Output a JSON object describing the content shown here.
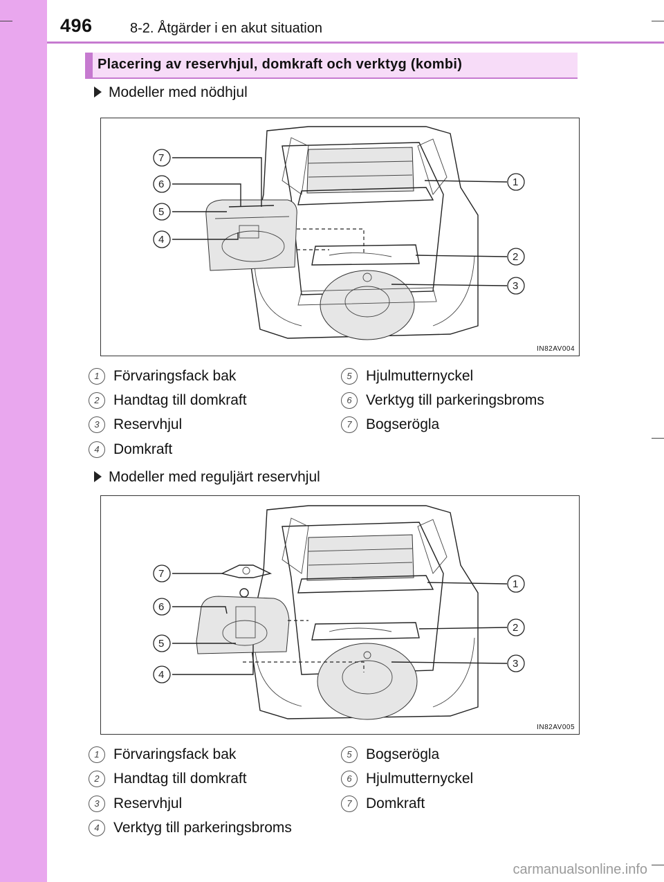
{
  "page": {
    "number": "496",
    "section": "8-2. Åtgärder i en akut situation"
  },
  "title": "Placering av reservhjul, domkraft och verktyg (kombi)",
  "figures": [
    {
      "heading": "Modeller med nödhjul",
      "code": "IN82AV004",
      "callouts": [
        "1",
        "2",
        "3",
        "4",
        "5",
        "6",
        "7"
      ],
      "legend": [
        {
          "num": "1",
          "label": "Förvaringsfack bak"
        },
        {
          "num": "2",
          "label": "Handtag till domkraft"
        },
        {
          "num": "3",
          "label": "Reservhjul"
        },
        {
          "num": "4",
          "label": "Domkraft"
        },
        {
          "num": "5",
          "label": "Hjulmutternyckel"
        },
        {
          "num": "6",
          "label": "Verktyg till parkeringsbroms"
        },
        {
          "num": "7",
          "label": "Bogserögla"
        }
      ]
    },
    {
      "heading": "Modeller med reguljärt reservhjul",
      "code": "IN82AV005",
      "callouts": [
        "1",
        "2",
        "3",
        "4",
        "5",
        "6",
        "7"
      ],
      "legend": [
        {
          "num": "1",
          "label": "Förvaringsfack bak"
        },
        {
          "num": "2",
          "label": "Handtag till domkraft"
        },
        {
          "num": "3",
          "label": "Reservhjul"
        },
        {
          "num": "4",
          "label": "Verktyg till parkeringsbroms"
        },
        {
          "num": "5",
          "label": "Bogserögla"
        },
        {
          "num": "6",
          "label": "Hjulmutternyckel"
        },
        {
          "num": "7",
          "label": "Domkraft"
        }
      ]
    }
  ],
  "footer": {
    "watermark": "carmanualsonline.info"
  }
}
